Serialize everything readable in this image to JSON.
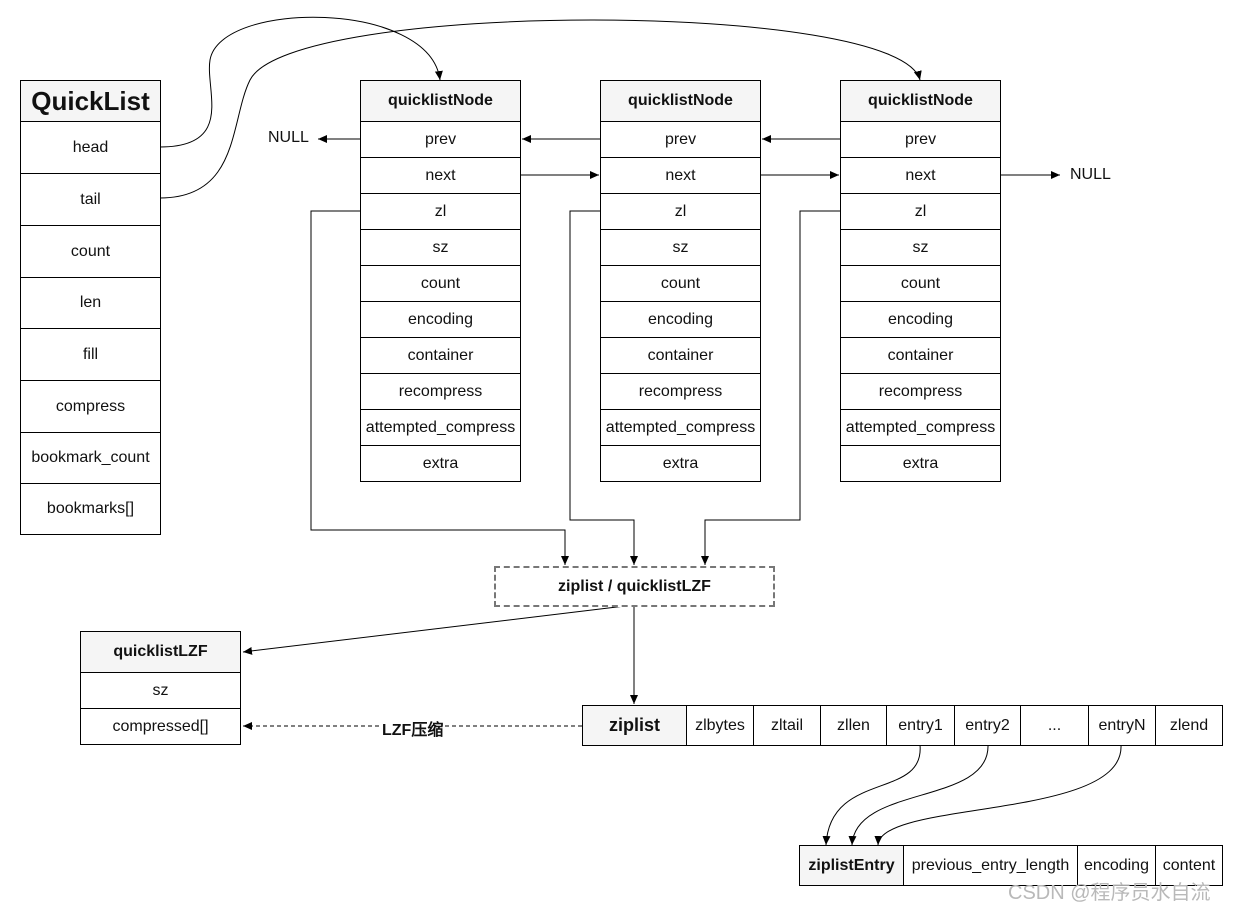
{
  "quicklist": {
    "title": "QuickList",
    "fields": [
      "head",
      "tail",
      "count",
      "len",
      "fill",
      "compress",
      "bookmark_count",
      "bookmarks[]"
    ]
  },
  "quicklist_nodes": [
    {
      "title": "quicklistNode",
      "fields": [
        "prev",
        "next",
        "zl",
        "sz",
        "count",
        "encoding",
        "container",
        "recompress",
        "attempted_compress",
        "extra"
      ]
    },
    {
      "title": "quicklistNode",
      "fields": [
        "prev",
        "next",
        "zl",
        "sz",
        "count",
        "encoding",
        "container",
        "recompress",
        "attempted_compress",
        "extra"
      ]
    },
    {
      "title": "quicklistNode",
      "fields": [
        "prev",
        "next",
        "zl",
        "sz",
        "count",
        "encoding",
        "container",
        "recompress",
        "attempted_compress",
        "extra"
      ]
    }
  ],
  "null_left": "NULL",
  "null_right": "NULL",
  "ziplist_or_lzf": "ziplist / quicklistLZF",
  "quicklist_lzf": {
    "title": "quicklistLZF",
    "fields": [
      "sz",
      "compressed[]"
    ]
  },
  "lzf_compress_label": "LZF压缩",
  "ziplist": {
    "title": "ziplist",
    "fields": [
      "zlbytes",
      "zltail",
      "zllen",
      "entry1",
      "entry2",
      "...",
      "entryN",
      "zlend"
    ]
  },
  "ziplist_entry": {
    "title": "ziplistEntry",
    "fields": [
      "previous_entry_length",
      "encoding",
      "content"
    ]
  },
  "watermark": "CSDN @程序员水自流"
}
